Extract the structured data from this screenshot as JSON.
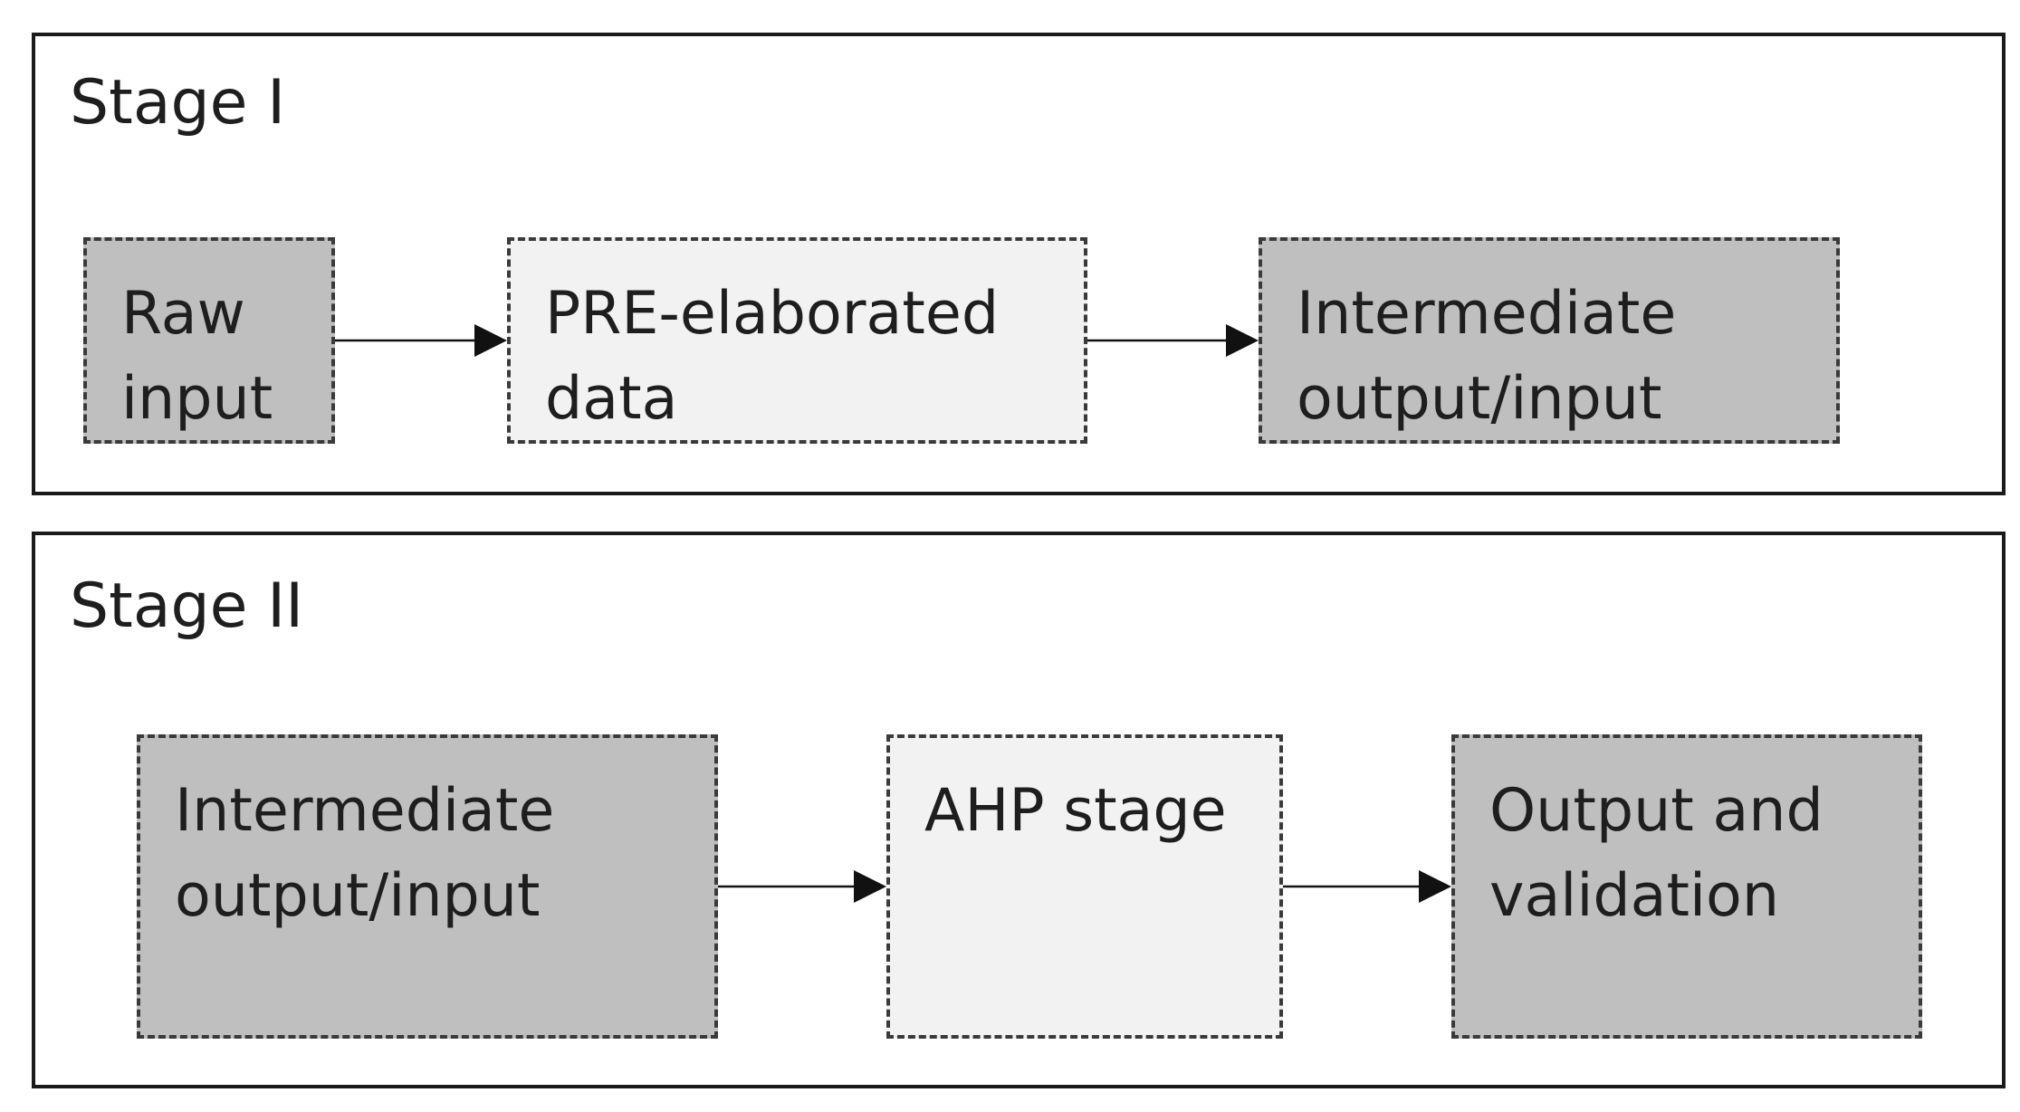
{
  "stage_1": {
    "title": "Stage I",
    "nodes": [
      {
        "lines": [
          "Raw",
          "input"
        ]
      },
      {
        "lines": [
          "PRE-elaborated",
          "data"
        ]
      },
      {
        "lines": [
          "Intermediate",
          "output/input"
        ]
      }
    ]
  },
  "stage_2": {
    "title": "Stage II",
    "nodes": [
      {
        "lines": [
          "Intermediate",
          "output/input"
        ]
      },
      {
        "lines": [
          "AHP stage"
        ]
      },
      {
        "lines": [
          "Output and",
          "validation"
        ]
      }
    ]
  },
  "colors": {
    "dark_fill": "#bfbfbf",
    "light_fill": "#f2f2f2",
    "border": "#3a3a3a",
    "text": "#1e1e1e"
  }
}
